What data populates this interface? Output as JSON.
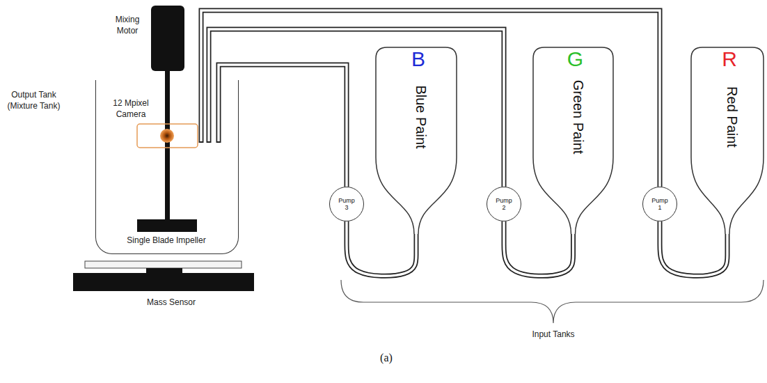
{
  "diagram": {
    "caption": "(a)",
    "nodes": [
      {
        "text": [
          "Output Tank (Mixture Tank)"
        ]
      },
      {
        "text": [
          "B",
          "Blue Paint"
        ]
      },
      {
        "text": [
          "Pump 3"
        ]
      },
      {
        "text": [
          "G",
          "Green Paint"
        ]
      },
      {
        "text": [
          "Pump 2"
        ]
      },
      {
        "text": [
          "R",
          "Red Paint"
        ]
      },
      {
        "text": [
          "Pump 1"
        ]
      }
    ],
    "edges": [
      {
        "from": 1,
        "to": 2,
        "arrow": "none"
      },
      {
        "from": 2,
        "to": 0,
        "arrow": "none"
      },
      {
        "from": 3,
        "to": 4,
        "arrow": "none"
      },
      {
        "from": 4,
        "to": 0,
        "arrow": "none"
      },
      {
        "from": 5,
        "to": 6,
        "arrow": "none"
      },
      {
        "from": 6,
        "to": 0,
        "arrow": "none"
      }
    ],
    "labels": [
      "Mixing Motor",
      "12 Mpixel Camera",
      "Single Blade Impeller",
      "Mass Sensor",
      "Input Tanks"
    ]
  }
}
